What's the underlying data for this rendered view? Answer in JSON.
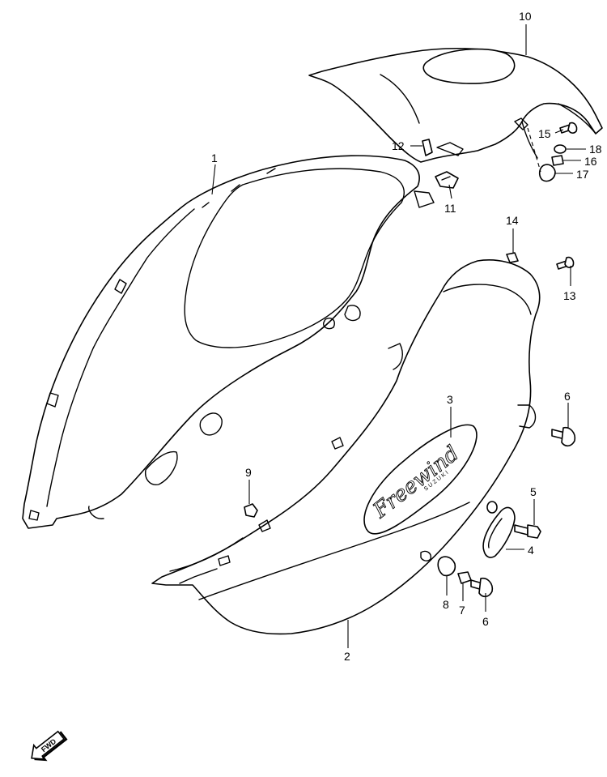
{
  "callouts": [
    {
      "id": "1",
      "label": "1"
    },
    {
      "id": "2",
      "label": "2"
    },
    {
      "id": "3",
      "label": "3"
    },
    {
      "id": "4",
      "label": "4"
    },
    {
      "id": "5",
      "label": "5"
    },
    {
      "id": "6a",
      "label": "6"
    },
    {
      "id": "6b",
      "label": "6"
    },
    {
      "id": "7",
      "label": "7"
    },
    {
      "id": "8",
      "label": "8"
    },
    {
      "id": "9",
      "label": "9"
    },
    {
      "id": "10",
      "label": "10"
    },
    {
      "id": "11",
      "label": "11"
    },
    {
      "id": "12",
      "label": "12"
    },
    {
      "id": "13",
      "label": "13"
    },
    {
      "id": "14",
      "label": "14"
    },
    {
      "id": "15",
      "label": "15"
    },
    {
      "id": "16",
      "label": "16"
    },
    {
      "id": "17",
      "label": "17"
    },
    {
      "id": "18",
      "label": "18"
    }
  ],
  "emblem": {
    "script": "Freewind",
    "sub": "SUZUKI"
  },
  "fwd_arrow": {
    "label": "FWD"
  }
}
